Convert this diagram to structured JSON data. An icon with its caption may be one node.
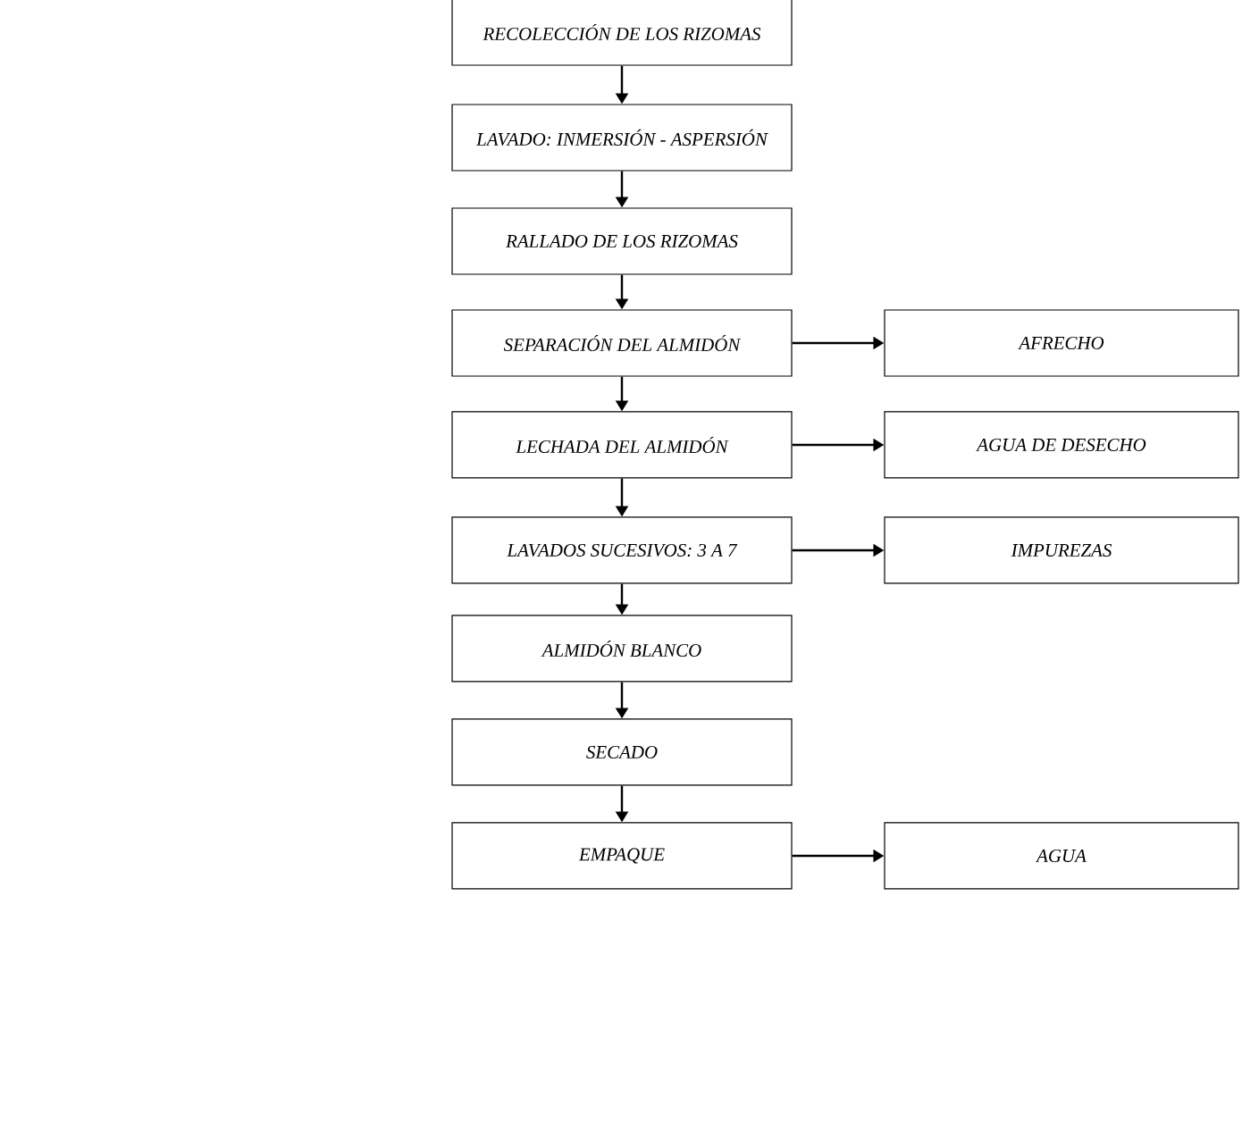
{
  "diagram": {
    "nodes": [
      {
        "text": [
          "RECOLECCIÓN DE LOS RIZOMAS"
        ]
      },
      {
        "text": [
          "LAVADO: INMERSIÓN - ASPERSIÓN"
        ]
      },
      {
        "text": [
          "RALLADO DE LOS RIZOMAS"
        ]
      },
      {
        "text": [
          "SEPARACIÓN DEL ALMIDÓN"
        ]
      },
      {
        "text": [
          "AFRECHO"
        ]
      },
      {
        "text": [
          "LECHADA DEL ALMIDÓN"
        ]
      },
      {
        "text": [
          "AGUA DE DESECHO"
        ]
      },
      {
        "text": [
          "LAVADOS SUCESIVOS: 3 A 7"
        ]
      },
      {
        "text": [
          "IMPUREZAS"
        ]
      },
      {
        "text": [
          "ALMIDÓN BLANCO"
        ]
      },
      {
        "text": [
          "SECADO"
        ]
      },
      {
        "text": [
          "EMPAQUE"
        ]
      },
      {
        "text": [
          "AGUA"
        ]
      }
    ],
    "edges": [
      {
        "from": 0,
        "to": 1,
        "arrow": "to"
      },
      {
        "from": 1,
        "to": 2,
        "arrow": "to"
      },
      {
        "from": 2,
        "to": 3,
        "arrow": "to"
      },
      {
        "from": 3,
        "to": 4,
        "arrow": "to"
      },
      {
        "from": 3,
        "to": 5,
        "arrow": "to"
      },
      {
        "from": 5,
        "to": 6,
        "arrow": "to"
      },
      {
        "from": 5,
        "to": 7,
        "arrow": "to"
      },
      {
        "from": 7,
        "to": 8,
        "arrow": "to"
      },
      {
        "from": 7,
        "to": 9,
        "arrow": "to"
      },
      {
        "from": 9,
        "to": 10,
        "arrow": "to"
      },
      {
        "from": 10,
        "to": 11,
        "arrow": "to"
      },
      {
        "from": 11,
        "to": 12,
        "arrow": "to"
      }
    ]
  }
}
